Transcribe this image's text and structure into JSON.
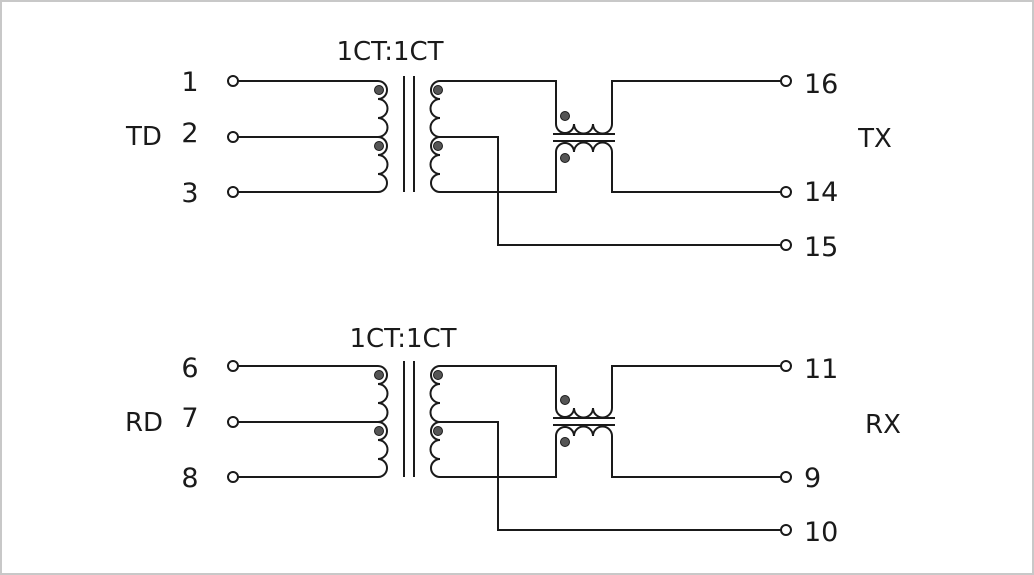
{
  "colors": {
    "stroke": "#1a1a1a",
    "frame": "#c8c8c8",
    "dot": "#555555",
    "background": "#ffffff"
  },
  "top": {
    "ratio": "1CT:1CT",
    "group_left": "TD",
    "group_right": "TX",
    "pins_left": [
      "1",
      "2",
      "3"
    ],
    "pins_right": [
      "16",
      "14",
      "15"
    ]
  },
  "bottom": {
    "ratio": "1CT:1CT",
    "group_left": "RD",
    "group_right": "RX",
    "pins_left": [
      "6",
      "7",
      "8"
    ],
    "pins_right": [
      "11",
      "9",
      "10"
    ]
  }
}
